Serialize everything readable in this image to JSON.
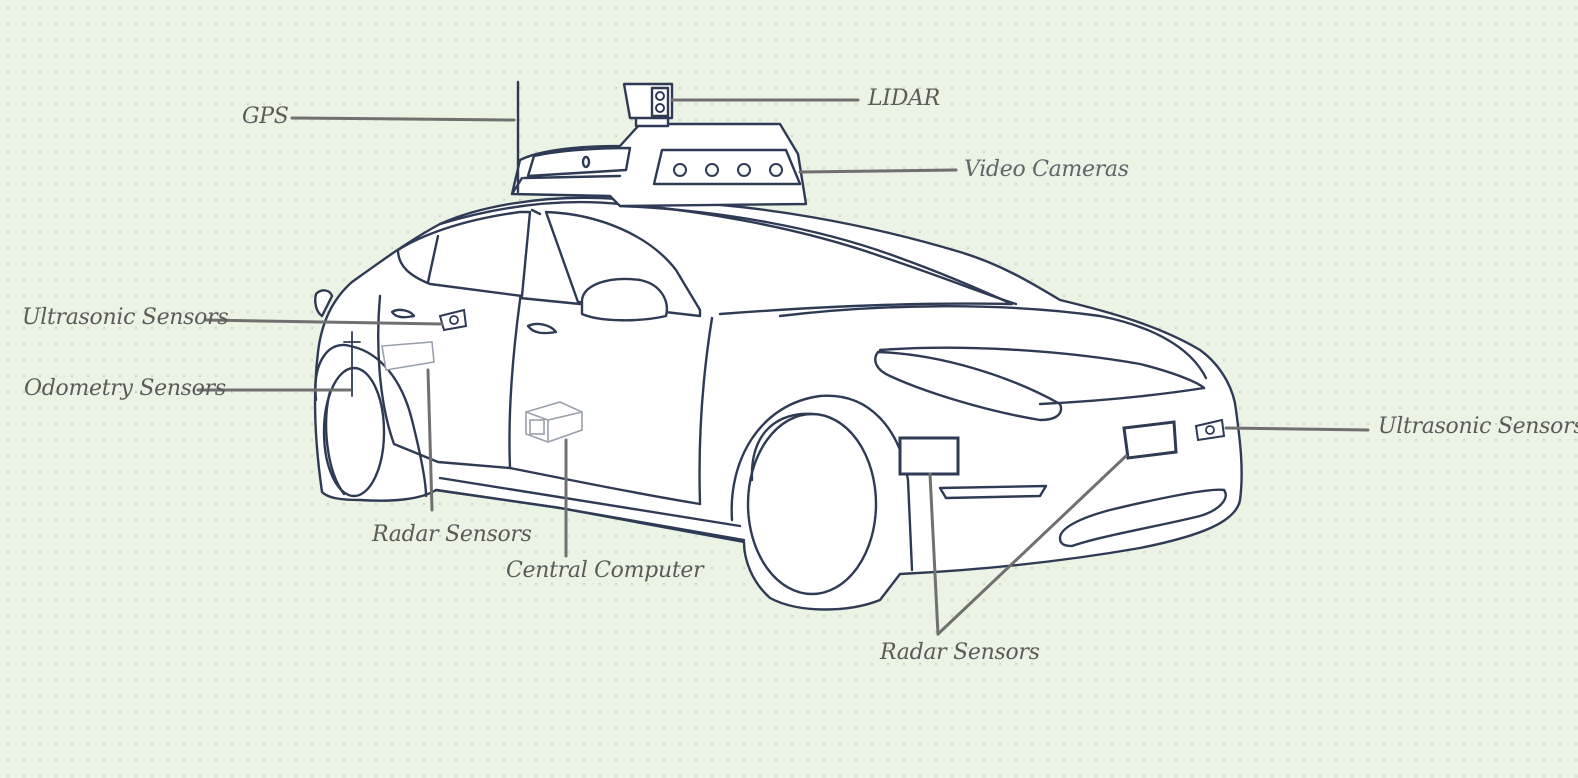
{
  "labels": {
    "gps": "GPS",
    "lidar": "LIDAR",
    "video_cameras": "Video Cameras",
    "ultrasonic_left": "Ultrasonic Sensors",
    "odometry": "Odometry Sensors",
    "radar_side": "Radar Sensors",
    "central_computer": "Central Computer",
    "radar_front": "Radar Sensors",
    "ultrasonic_right": "Ultrasonic Sensors"
  },
  "colors": {
    "background": "#eaf3e4",
    "outline": "#2f3a55",
    "leader_line": "#707070",
    "label_text": "#5a5a5a"
  }
}
